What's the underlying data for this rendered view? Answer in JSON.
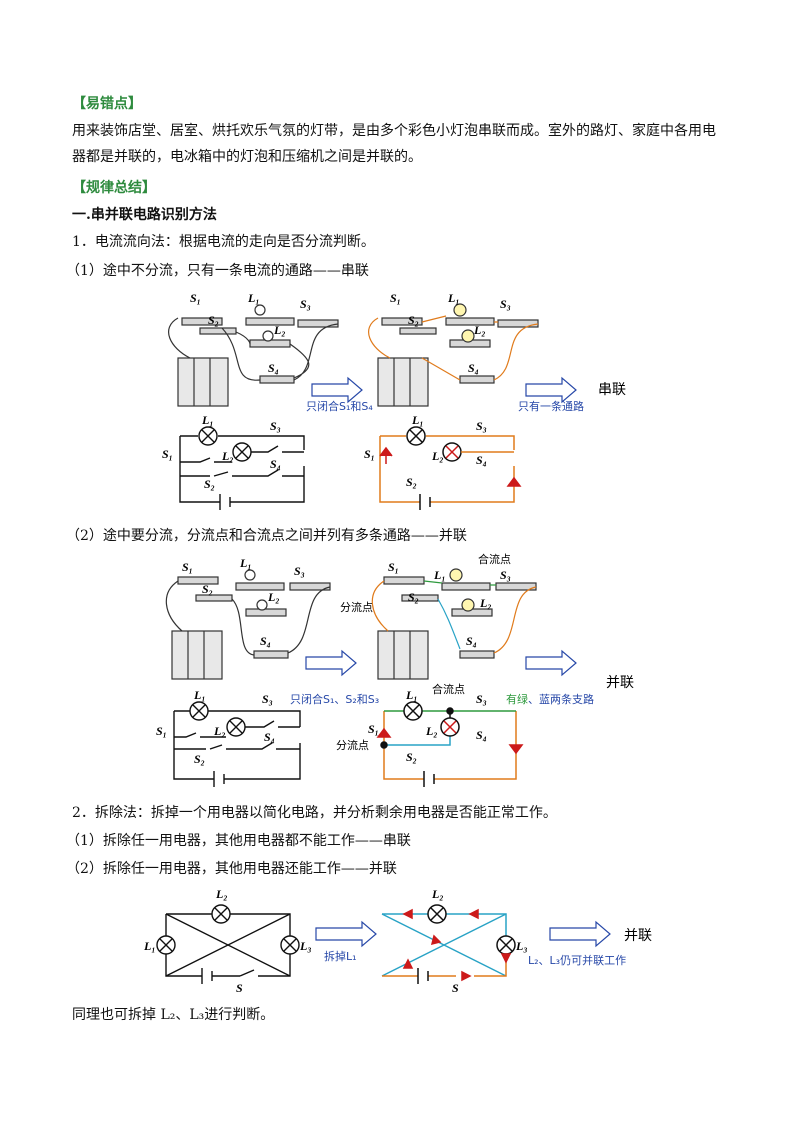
{
  "sections": {
    "easy_mistake_header": "【易错点】",
    "easy_mistake_text": "用来装饰店堂、居室、烘托欢乐气氛的灯带，是由多个彩色小灯泡串联而成。室外的路灯、家庭中各用电器都是并联的，电冰箱中的灯泡和压缩机之间是并联的。",
    "summary_header": "【规律总结】",
    "method_title": "一.串并联电路识别方法",
    "method1": "1．电流流向法：根据电流的走向是否分流判断。",
    "case1": "（1）途中不分流，只有一条电流的通路——串联",
    "case2": "（2）途中要分流，分流点和合流点之间并列有多条通路——并联",
    "method2": "2．拆除法：拆掉一个用电器以简化电路，并分析剩余用电器是否能正常工作。",
    "case3": "（1）拆除任一用电器，其他用电器都不能工作——串联",
    "case4": "（2）拆除任一用电器，其他用电器还能工作——并联",
    "conclusion": "同理也可拆掉 L₂、L₃进行判断。"
  },
  "figure1": {
    "s1": "S₁",
    "s2": "S₂",
    "s3": "S₃",
    "s4": "S₄",
    "l1": "L₁",
    "l2": "L₂",
    "arrow1_label": "只闭合S₁和S₄",
    "arrow2_label": "只有一条通路",
    "result": "串联"
  },
  "figure2": {
    "s1": "S₁",
    "s2": "S₂",
    "s3": "S₃",
    "s4": "S₄",
    "l1": "L₁",
    "l2": "L₂",
    "split_point": "分流点",
    "merge_point": "合流点",
    "arrow1_label": "只闭合S₁、S₂和S₃",
    "arrow2_label_green": "有绿",
    "arrow2_label_sep": "、",
    "arrow2_label_blue": "蓝两条支路",
    "result": "并联"
  },
  "figure3": {
    "l1": "L₁",
    "l2": "L₂",
    "l3": "L₃",
    "s": "S",
    "arrow1_label": "拆掉L₁",
    "arrow2_label": "L₂、L₃仍可并联工作",
    "result": "并联"
  },
  "colors": {
    "header_green": "#2e8b3e",
    "label_blue": "#2748a8",
    "current_red": "#cc1a1a",
    "wire_orange": "#e07b1c",
    "wire_teal": "#29a3c6",
    "wire_green": "#2e9a3e"
  }
}
